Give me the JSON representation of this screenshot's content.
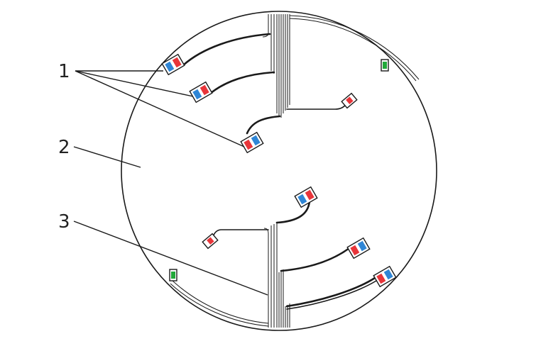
{
  "callouts": [
    {
      "label": "1",
      "meaning": "connector"
    },
    {
      "label": "2",
      "meaning": "housing"
    },
    {
      "label": "3",
      "meaning": "cable-bundle"
    }
  ],
  "colors": {
    "red": "#e8353a",
    "blue": "#2f86d6",
    "green": "#22a83a",
    "line": "#1a1a1a"
  },
  "icons": [
    "dual-color-connector-icon",
    "red-connector-icon",
    "green-led-icon"
  ]
}
